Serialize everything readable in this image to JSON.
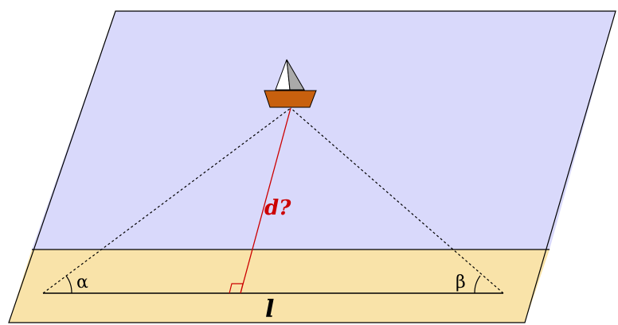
{
  "diagram": {
    "labels": {
      "alpha": "α",
      "beta": "β",
      "distance": "d?",
      "baseline": "l"
    },
    "colors": {
      "water": "#d9d9fb",
      "sand": "#f9e3a9",
      "distance_line": "#cc0000",
      "boat_hull": "#c8600e",
      "sail_light": "#ffffff",
      "sail_dark": "#aaaaaa",
      "outline": "#000000"
    },
    "icons": {
      "boat": "sailboat-icon",
      "right_angle": "right-angle-marker"
    }
  }
}
